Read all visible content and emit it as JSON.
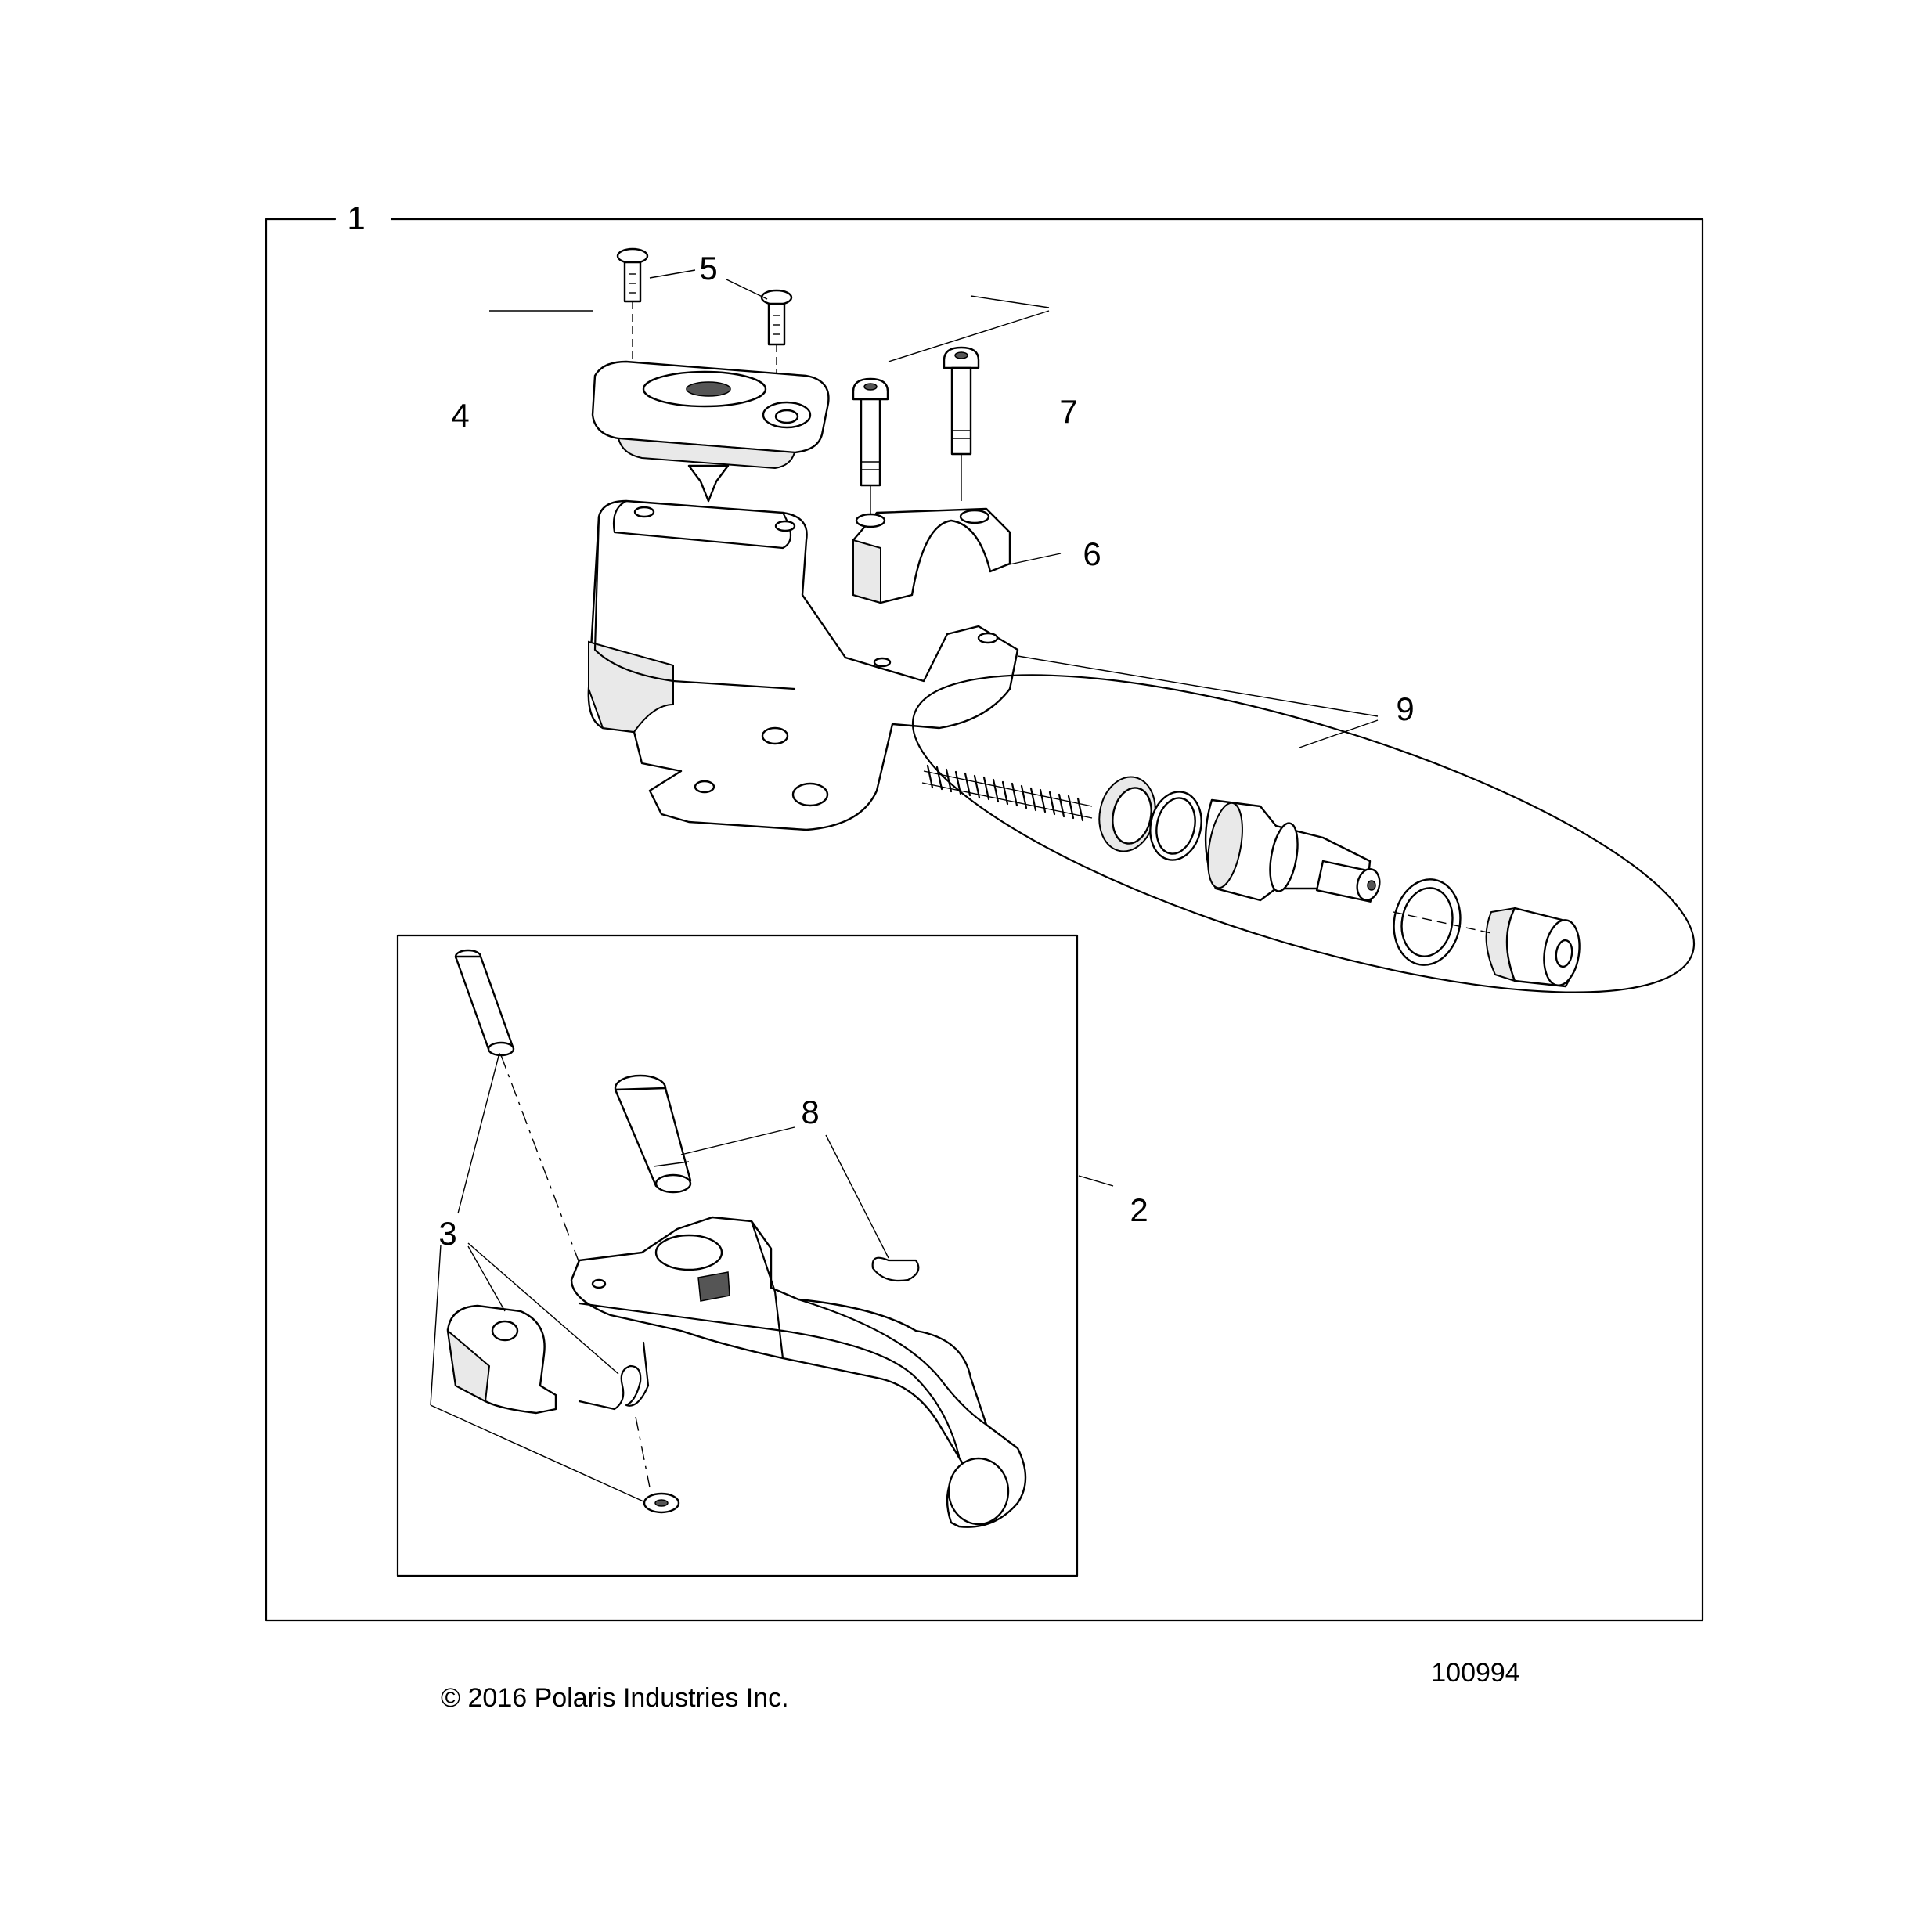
{
  "callouts": {
    "c1": "1",
    "c2": "2",
    "c3": "3",
    "c4": "4",
    "c5": "5",
    "c6": "6",
    "c7": "7",
    "c8": "8",
    "c9": "9"
  },
  "footer": {
    "copyright": "© 2016 Polaris Industries Inc.",
    "figure_number": "100994"
  }
}
